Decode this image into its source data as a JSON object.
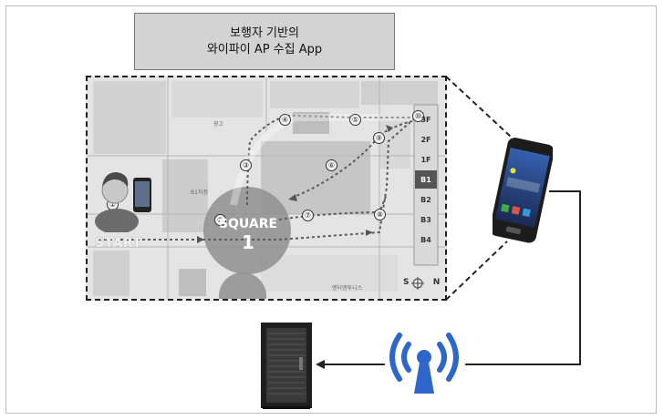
{
  "title": {
    "line1": "보행자 기반의",
    "line2": "와이파이 AP 수집 App"
  },
  "map": {
    "start_label": "START",
    "square_label": "SQUARE",
    "square_number": "1",
    "waypoints": [
      "①",
      "②",
      "③",
      "④",
      "⑤",
      "⑥",
      "⑦",
      "⑧",
      "⑨",
      "⑩"
    ],
    "floors": [
      "3F",
      "2F",
      "1F",
      "B1",
      "B2",
      "B3",
      "B4"
    ],
    "active_floor": "B1",
    "compass": {
      "s": "S",
      "n": "N"
    },
    "area_labels": [
      "광고",
      "B1지점",
      "엔터앤투니스"
    ]
  },
  "devices": {
    "phone_icon": "smartphone-icon",
    "tower_icon": "wifi-ap-icon",
    "server_icon": "server-rack-icon",
    "user_icon": "user-with-phone-icon"
  },
  "colors": {
    "route": "#5b5b5b",
    "square": "#8a8a8a",
    "ap_blue": "#2e67c9",
    "dashed_border": "#1f1f1f"
  }
}
